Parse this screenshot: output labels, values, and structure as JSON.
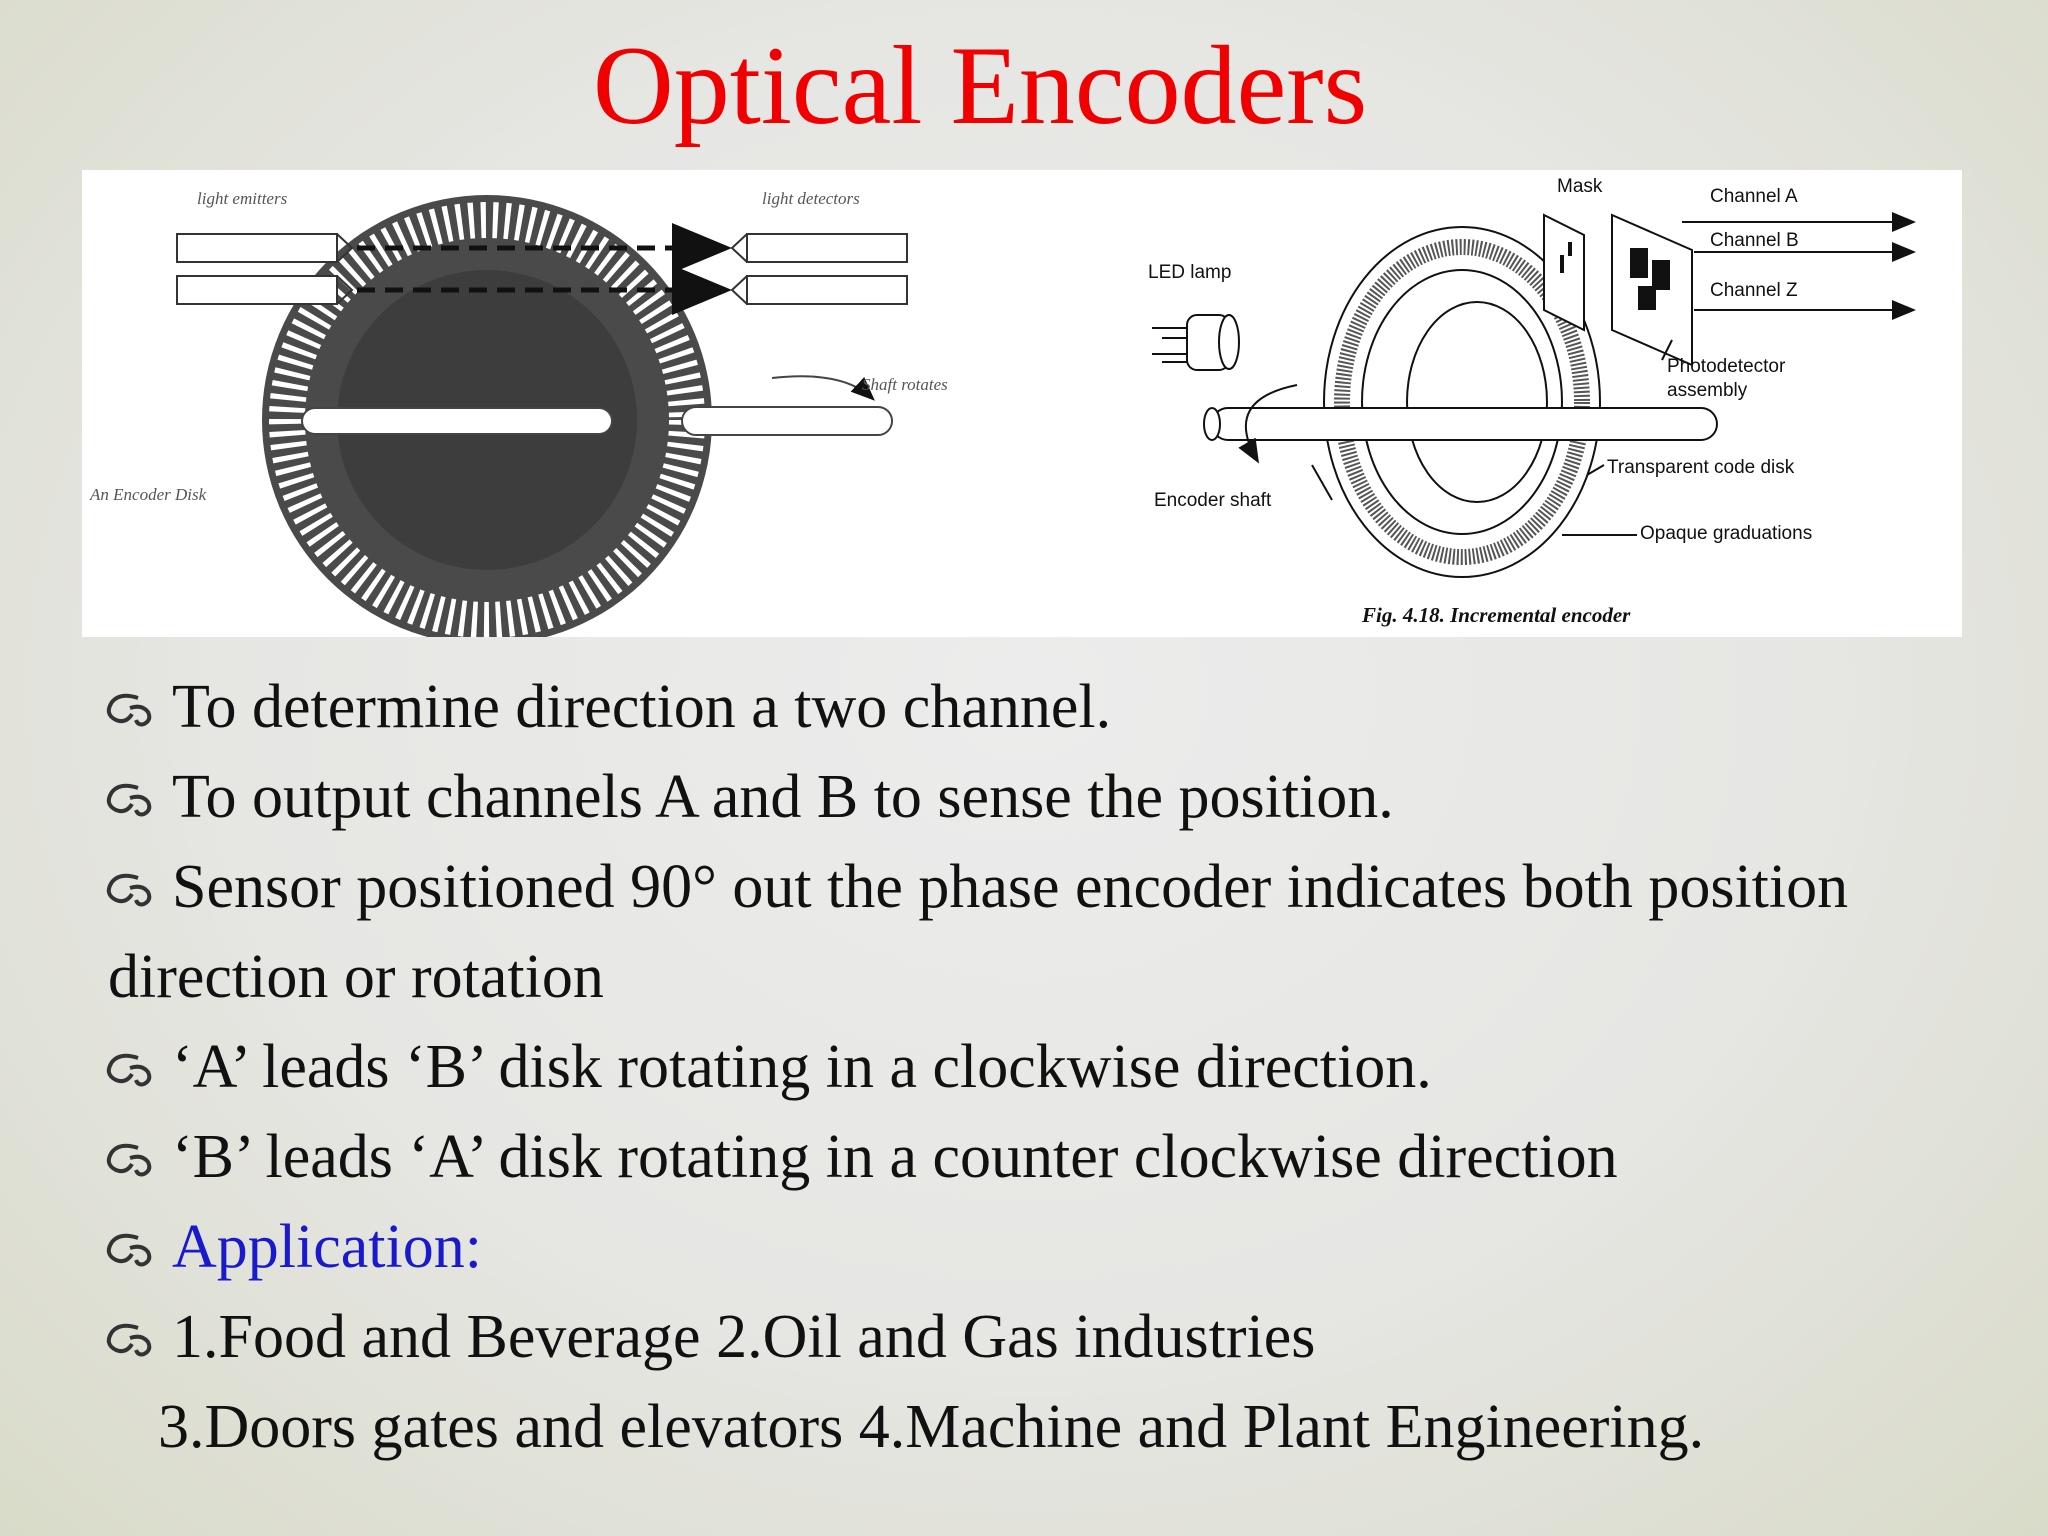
{
  "slide": {
    "title": "Optical Encoders",
    "figure": {
      "left_diagram": {
        "label_emitters": "light emitters",
        "label_detectors": "light detectors",
        "label_shaft": "Shaft rotates",
        "label_disk": "An Encoder Disk"
      },
      "right_diagram": {
        "label_mask": "Mask",
        "label_channel_a": "Channel A",
        "label_channel_b": "Channel B",
        "label_channel_z": "Channel Z",
        "label_led": "LED lamp",
        "label_photodetector_1": "Photodetector",
        "label_photodetector_2": "assembly",
        "label_transparent": "Transparent code disk",
        "label_opaque": "Opaque graduations",
        "label_shaft": "Encoder shaft",
        "caption": "Fig. 4.18. Incremental encoder"
      }
    },
    "bullets": [
      "To determine direction a two channel.",
      "To output channels A and B to sense the position.",
      "Sensor positioned 90° out the phase encoder indicates both position",
      "direction or rotation",
      "‘A’ leads ‘B’ disk rotating in a clockwise direction.",
      "‘B’ leads ‘A’ disk rotating in a counter clockwise direction",
      "Application:",
      "1.Food and Beverage 2.Oil and Gas industries",
      "3.Doors gates and elevators 4.Machine and Plant Engineering."
    ],
    "colors": {
      "title": "#f00000",
      "accent": "#1a1acc",
      "text": "#111111"
    },
    "bullet_icon": "curl-bullet-icon"
  }
}
